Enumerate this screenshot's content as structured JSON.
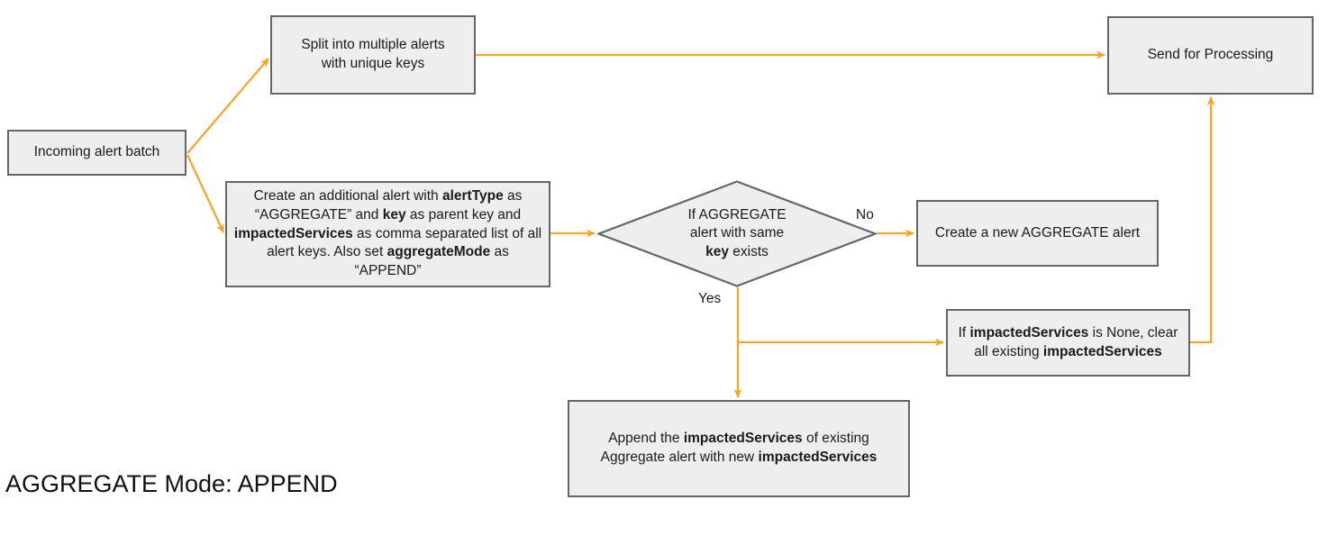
{
  "diagram": {
    "title": "AGGREGATE Mode: APPEND",
    "colors": {
      "edge": "#f5a623",
      "node_fill": "#eeeeee",
      "node_border": "#666666",
      "text": "#1a1a1a",
      "background": "#ffffff"
    },
    "nodes": {
      "incoming": {
        "label": "Incoming alert batch"
      },
      "split": {
        "line1": "Split into multiple alerts",
        "line2": "with unique keys"
      },
      "create_additional": {
        "segments": [
          {
            "text": "Create an additional alert with ",
            "bold": false
          },
          {
            "text": "alertType",
            "bold": true
          },
          {
            "text": " as “AGGREGATE” and ",
            "bold": false
          },
          {
            "text": "key",
            "bold": true
          },
          {
            "text": " as parent key and ",
            "bold": false
          },
          {
            "text": "impactedServices",
            "bold": true
          },
          {
            "text": " as comma separated list of all alert keys. Also set ",
            "bold": false
          },
          {
            "text": "aggregateMode",
            "bold": true
          },
          {
            "text": " as “APPEND”",
            "bold": false
          }
        ]
      },
      "decision": {
        "line1": "If AGGREGATE",
        "line2": "alert with same",
        "line3_bold": "key",
        "line3_rest": " exists"
      },
      "create_new_aggregate": {
        "label": "Create a new AGGREGATE alert"
      },
      "clear_impacted": {
        "segments": [
          {
            "text": "If ",
            "bold": false
          },
          {
            "text": "impactedServices",
            "bold": true
          },
          {
            "text": " is None, clear all existing ",
            "bold": false
          },
          {
            "text": "impactedServices",
            "bold": true
          }
        ]
      },
      "append_impacted": {
        "segments": [
          {
            "text": "Append the ",
            "bold": false
          },
          {
            "text": "impactedServices",
            "bold": true
          },
          {
            "text": " of existing Aggregate alert with new ",
            "bold": false
          },
          {
            "text": "impactedServices",
            "bold": true
          }
        ]
      },
      "send_for_processing": {
        "label": "Send for Processing"
      }
    },
    "edge_labels": {
      "no": "No",
      "yes": "Yes"
    }
  }
}
